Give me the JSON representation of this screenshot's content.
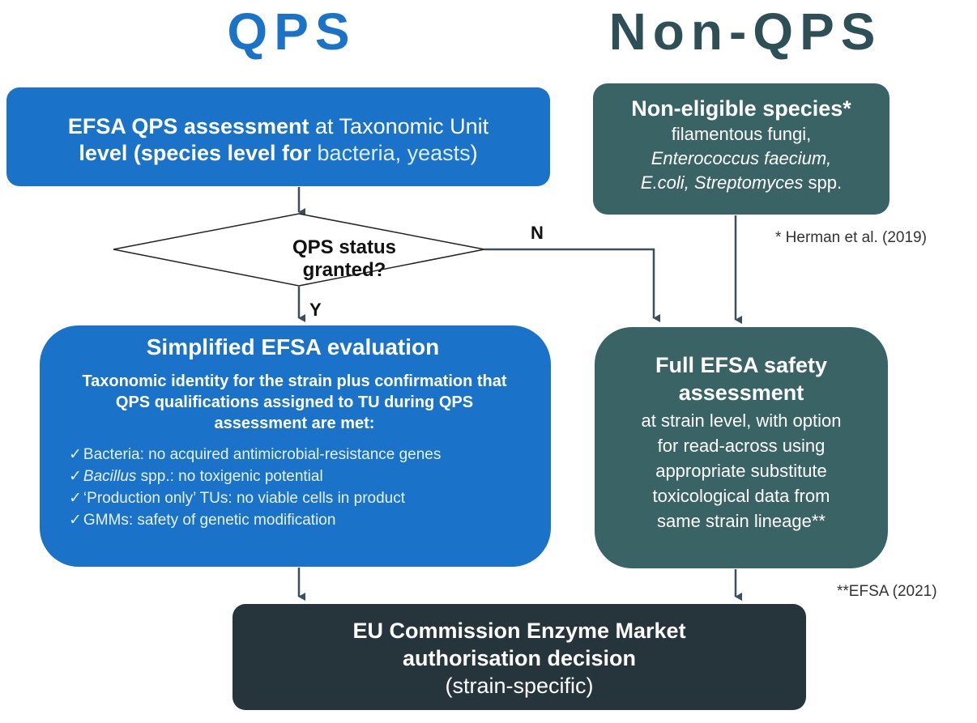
{
  "headings": {
    "left": "QPS",
    "right": "Non-QPS"
  },
  "efsa_qps_box": {
    "bold1": "EFSA QPS assessment",
    "text1": " at Taxonomic Unit",
    "bold2": "level (species level for",
    "light": " bacteria, yeasts",
    "close": ")"
  },
  "noneligible_box": {
    "title": "Non-eligible species*",
    "line1": "filamentous fungi,",
    "line2_italic": "Enterococcus faecium,",
    "line3_italic": "E.coli, Streptomyces",
    "line3_rest": " spp."
  },
  "ref_herman": "* Herman et al. (2019)",
  "decision": {
    "line1": "QPS status",
    "line2": "granted?"
  },
  "branch_no": "N",
  "branch_yes": "Y",
  "simplified_box": {
    "title": "Simplified EFSA evaluation",
    "intro": "Taxonomic identity for the strain plus confirmation that QPS qualifications assigned to TU during QPS assessment are met:",
    "items": [
      {
        "check": "✓",
        "italic": "",
        "text": "Bacteria: no acquired antimicrobial-resistance genes"
      },
      {
        "check": "✓",
        "italic": "Bacillus",
        "text": " spp.: no toxigenic potential"
      },
      {
        "check": "✓",
        "italic": "",
        "text": "‘Production only’ TUs: no viable cells in product"
      },
      {
        "check": "✓",
        "italic": "",
        "text": "GMMs: safety of genetic modification"
      }
    ]
  },
  "full_box": {
    "title_line1": "Full EFSA safety",
    "title_line2": "assessment",
    "lines": [
      "at strain level, with option",
      "for read-across using",
      "appropriate substitute",
      "toxicological data from",
      "same strain lineage**"
    ]
  },
  "ref_efsa": "**EFSA (2021)",
  "eu_box": {
    "line1": "EU Commission Enzyme Market",
    "line2": "authorisation decision",
    "line3": "(strain-specific)"
  },
  "colors": {
    "qps_blue": "#1a72c9",
    "nonqps_teal": "#3a6366",
    "decision_dark": "#26343c",
    "arrow": "#3d4f5c"
  }
}
